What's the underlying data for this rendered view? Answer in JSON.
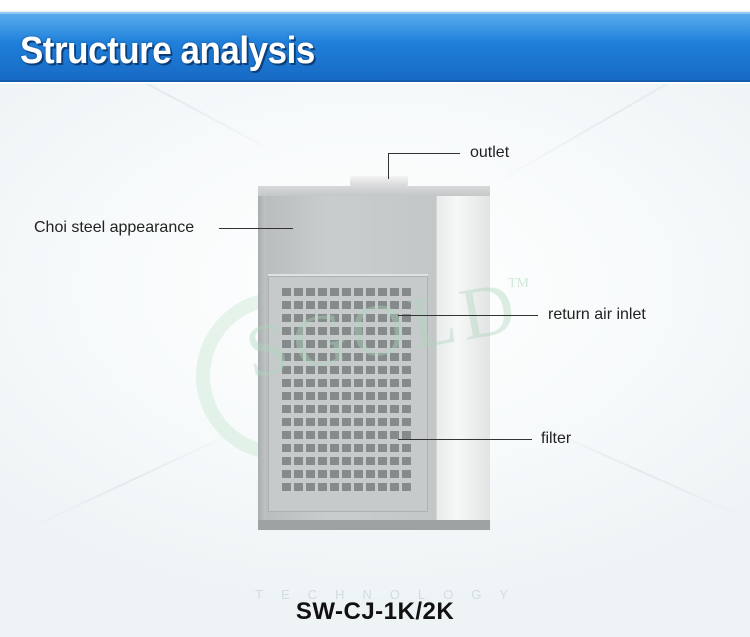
{
  "header": {
    "title": "Structure analysis"
  },
  "watermark": {
    "brand": "SGOLD",
    "trademark": "TM",
    "tagline": "TECHNOLOGY"
  },
  "callouts": {
    "outlet": "outlet",
    "appearance": "Choi steel appearance",
    "return_inlet": "return air inlet",
    "filter": "filter"
  },
  "product": {
    "model": "SW-CJ-1K/2K"
  },
  "colors": {
    "banner": "#1f7fd9",
    "banner_shadow": "#0c3f7a",
    "unit_body": "#c3c7c7"
  }
}
